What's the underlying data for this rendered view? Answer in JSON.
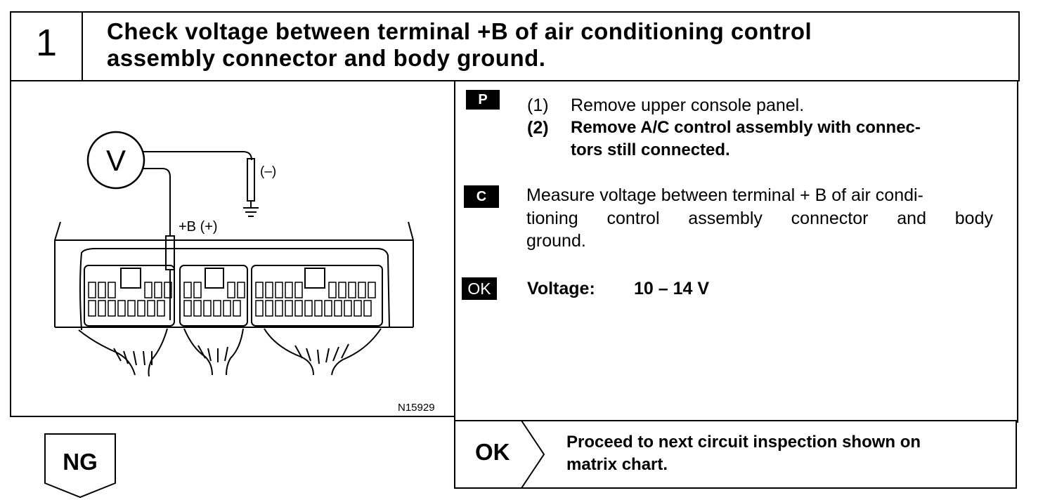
{
  "step": {
    "number": "1",
    "title_line1": "Check voltage between terminal +B of air conditioning control",
    "title_line2": "assembly connector and body ground."
  },
  "figure": {
    "meter_label": "V",
    "negative_label": "(–)",
    "positive_label": "+B (+)",
    "figure_id": "N15929"
  },
  "preparation": {
    "badge": "P",
    "item1_num": "(1)",
    "item1_text": "Remove upper console panel.",
    "item2_num": "(2)",
    "item2_line1": "Remove A/C control assembly with connec-",
    "item2_line2": "tors still connected."
  },
  "check": {
    "badge": "C",
    "line1": "Measure voltage between terminal + B of air condi-",
    "line2": "tioning control assembly connector and body",
    "line3": "ground."
  },
  "ok_spec": {
    "badge": "OK",
    "label": "Voltage:",
    "value": "10 – 14 V"
  },
  "ok_result": {
    "label": "OK",
    "line1": "Proceed to next circuit inspection shown on",
    "line2": "matrix chart."
  },
  "ng_result": {
    "label": "NG"
  }
}
